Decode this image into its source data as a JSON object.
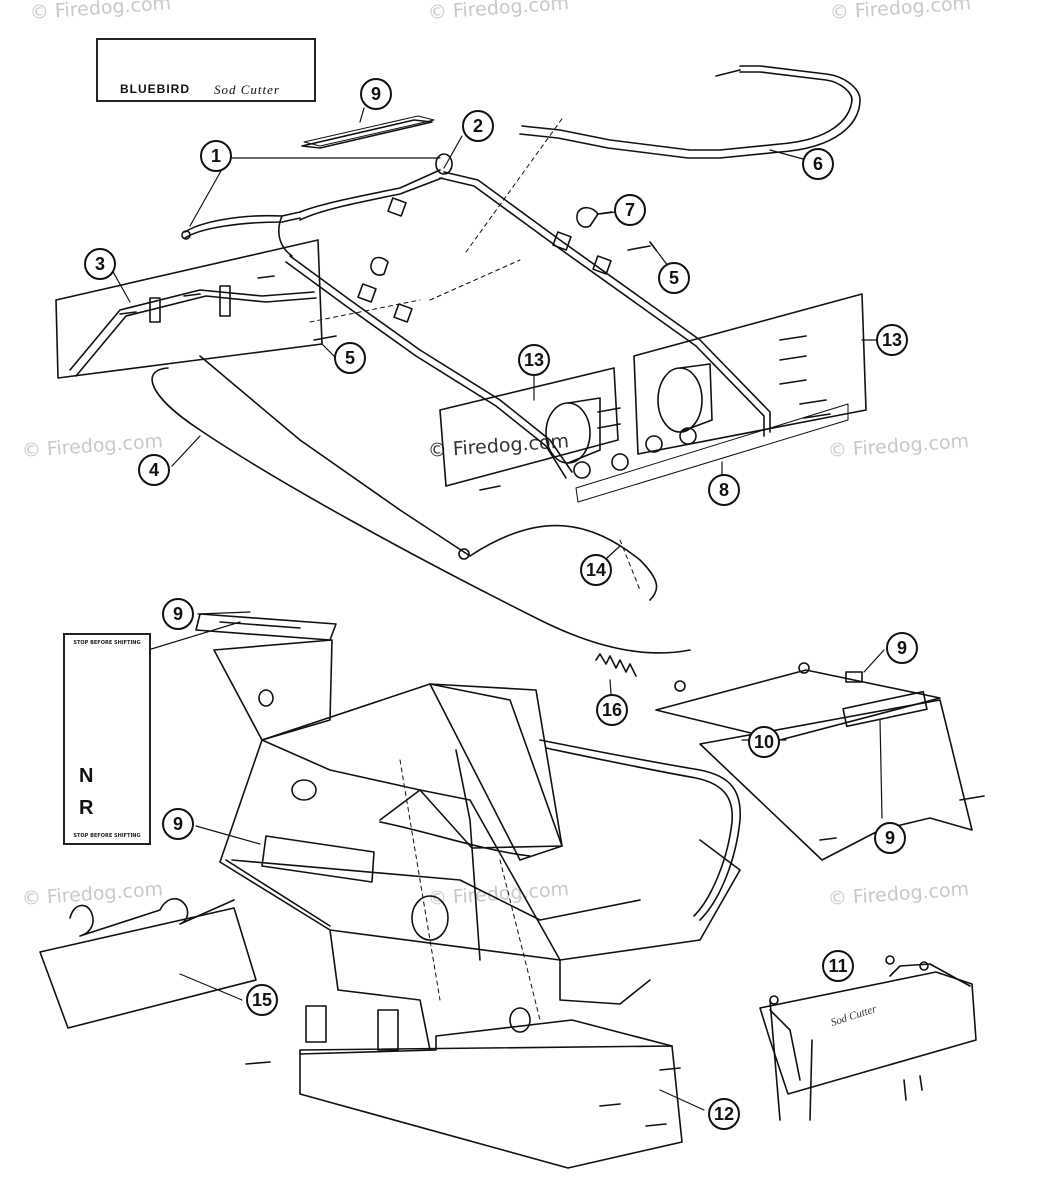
{
  "watermark": "© Firedog.com",
  "decal": {
    "brand": "BLUEBIRD",
    "product": "Sod Cutter"
  },
  "shift_decal": {
    "top_text": "STOP BEFORE SHIFTING",
    "bottom_text": "STOP BEFORE SHIFTING",
    "neutral": "N",
    "reverse": "R"
  },
  "plate_text": "Sod Cutter",
  "callouts": [
    {
      "id": "c1",
      "num": "1"
    },
    {
      "id": "c2",
      "num": "2"
    },
    {
      "id": "c3",
      "num": "3"
    },
    {
      "id": "c4",
      "num": "4"
    },
    {
      "id": "c5a",
      "num": "5"
    },
    {
      "id": "c5b",
      "num": "5"
    },
    {
      "id": "c6",
      "num": "6"
    },
    {
      "id": "c7",
      "num": "7"
    },
    {
      "id": "c8",
      "num": "8"
    },
    {
      "id": "c9a",
      "num": "9"
    },
    {
      "id": "c9b",
      "num": "9"
    },
    {
      "id": "c9c",
      "num": "9"
    },
    {
      "id": "c9d",
      "num": "9"
    },
    {
      "id": "c9e",
      "num": "9"
    },
    {
      "id": "c10",
      "num": "10"
    },
    {
      "id": "c11",
      "num": "11"
    },
    {
      "id": "c12",
      "num": "12"
    },
    {
      "id": "c13a",
      "num": "13"
    },
    {
      "id": "c13b",
      "num": "13"
    },
    {
      "id": "c14",
      "num": "14"
    },
    {
      "id": "c15",
      "num": "15"
    },
    {
      "id": "c16",
      "num": "16"
    }
  ]
}
